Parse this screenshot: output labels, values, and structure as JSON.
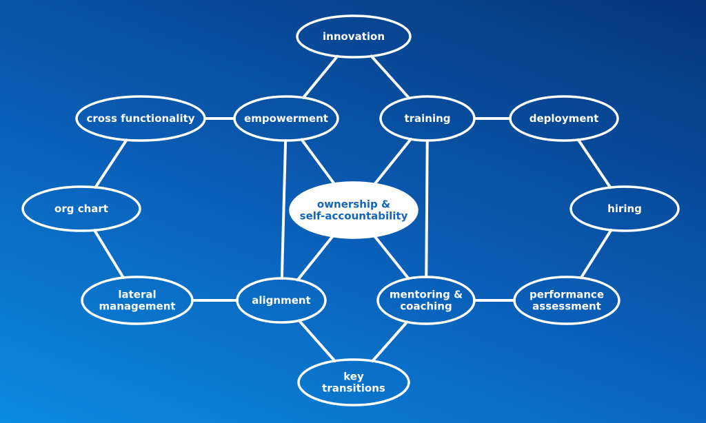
{
  "diagram": {
    "nodes": [
      {
        "id": "innovation",
        "lines": [
          "innovation"
        ]
      },
      {
        "id": "cross-functionality",
        "lines": [
          "cross functionality"
        ]
      },
      {
        "id": "empowerment",
        "lines": [
          "empowerment"
        ]
      },
      {
        "id": "training",
        "lines": [
          "training"
        ]
      },
      {
        "id": "deployment",
        "lines": [
          "deployment"
        ]
      },
      {
        "id": "org-chart",
        "lines": [
          "org chart"
        ]
      },
      {
        "id": "ownership",
        "lines": [
          "ownership &",
          "self-accountability"
        ]
      },
      {
        "id": "hiring",
        "lines": [
          "hiring"
        ]
      },
      {
        "id": "lateral-management",
        "lines": [
          "lateral",
          "management"
        ]
      },
      {
        "id": "alignment",
        "lines": [
          "alignment"
        ]
      },
      {
        "id": "mentoring",
        "lines": [
          "mentoring &",
          "coaching"
        ]
      },
      {
        "id": "performance-assessment",
        "lines": [
          "performance",
          "assessment"
        ]
      },
      {
        "id": "key-transitions",
        "lines": [
          "key",
          "transitions"
        ]
      }
    ],
    "edges": [
      [
        "innovation",
        "empowerment"
      ],
      [
        "innovation",
        "training"
      ],
      [
        "cross-functionality",
        "empowerment"
      ],
      [
        "training",
        "deployment"
      ],
      [
        "cross-functionality",
        "org-chart"
      ],
      [
        "deployment",
        "hiring"
      ],
      [
        "org-chart",
        "lateral-management"
      ],
      [
        "hiring",
        "performance-assessment"
      ],
      [
        "lateral-management",
        "alignment"
      ],
      [
        "mentoring",
        "performance-assessment"
      ],
      [
        "empowerment",
        "alignment"
      ],
      [
        "training",
        "mentoring"
      ],
      [
        "empowerment",
        "ownership"
      ],
      [
        "training",
        "ownership"
      ],
      [
        "alignment",
        "ownership"
      ],
      [
        "mentoring",
        "ownership"
      ],
      [
        "alignment",
        "key-transitions"
      ],
      [
        "mentoring",
        "key-transitions"
      ]
    ]
  }
}
